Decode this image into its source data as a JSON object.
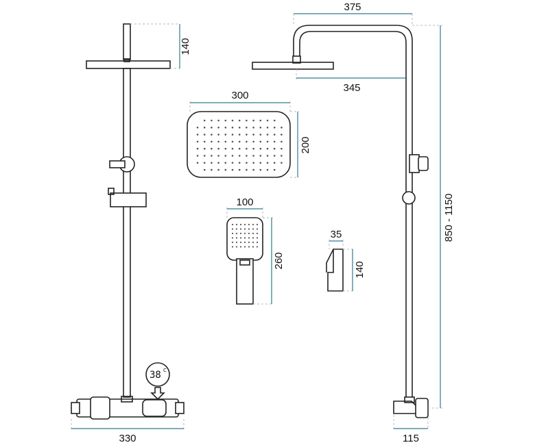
{
  "dimensions": {
    "left_top_height": "140",
    "left_bottom_width": "330",
    "right_top_width": "375",
    "right_arm_length": "345",
    "right_total_height": "850 - 1150",
    "right_bottom_width": "115",
    "head_width": "300",
    "head_height": "200",
    "hand_width": "100",
    "hand_height": "260",
    "holder_width": "35",
    "holder_height": "140"
  },
  "thermostat": {
    "display_value": "38",
    "unit": "C"
  },
  "colors": {
    "dimension_line": "#2d7c8c",
    "outline": "#222222",
    "extension_line": "#b8b8b8"
  }
}
